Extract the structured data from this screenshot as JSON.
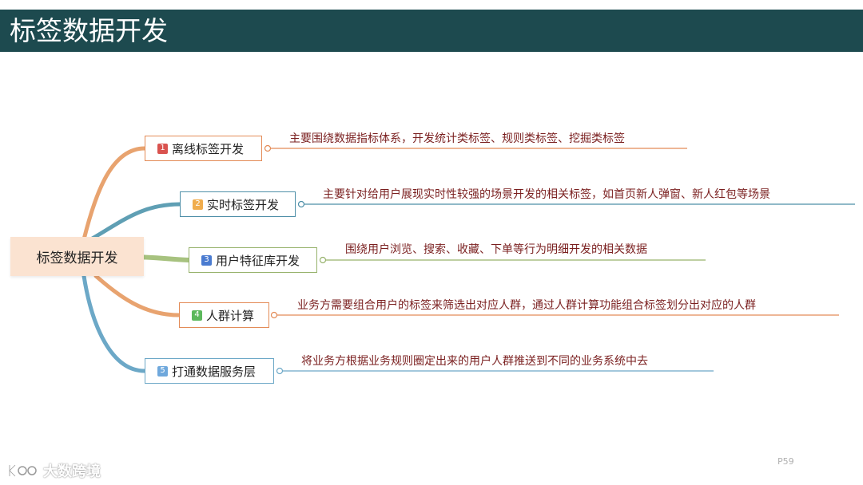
{
  "header": {
    "title": "标签数据开发"
  },
  "root": {
    "label": "标签数据开发"
  },
  "branches": [
    {
      "num": "1",
      "label": "离线标签开发",
      "color": "#e38b57",
      "desc": "主要围绕数据指标体系，开发统计类标签、规则类标签、挖掘类标签"
    },
    {
      "num": "2",
      "label": "实时标签开发",
      "color": "#4e8fa8",
      "desc": "主要针对给用户展现实时性较强的场景开发的相关标签，如首页新人弹窗、新人红包等场景"
    },
    {
      "num": "3",
      "label": "用户特征库开发",
      "color": "#96b26b",
      "desc": "围绕用户浏览、搜索、收藏、下单等行为明细开发的相关数据"
    },
    {
      "num": "4",
      "label": "人群计算",
      "color": "#e38b57",
      "desc": "业务方需要组合用户的标签来筛选出对应人群，通过人群计算功能组合标签划分出对应的人群"
    },
    {
      "num": "5",
      "label": "打通数据服务层",
      "color": "#6ca8c7",
      "desc": "将业务方根据业务规则圈定出来的用户人群推送到不同的业务系统中去"
    }
  ],
  "badge_colors": [
    "#d9534f",
    "#f0ad4e",
    "#4a7bd0",
    "#5cb85c",
    "#6fa8dc"
  ],
  "page_number": "P59",
  "watermark": "大数跨境"
}
